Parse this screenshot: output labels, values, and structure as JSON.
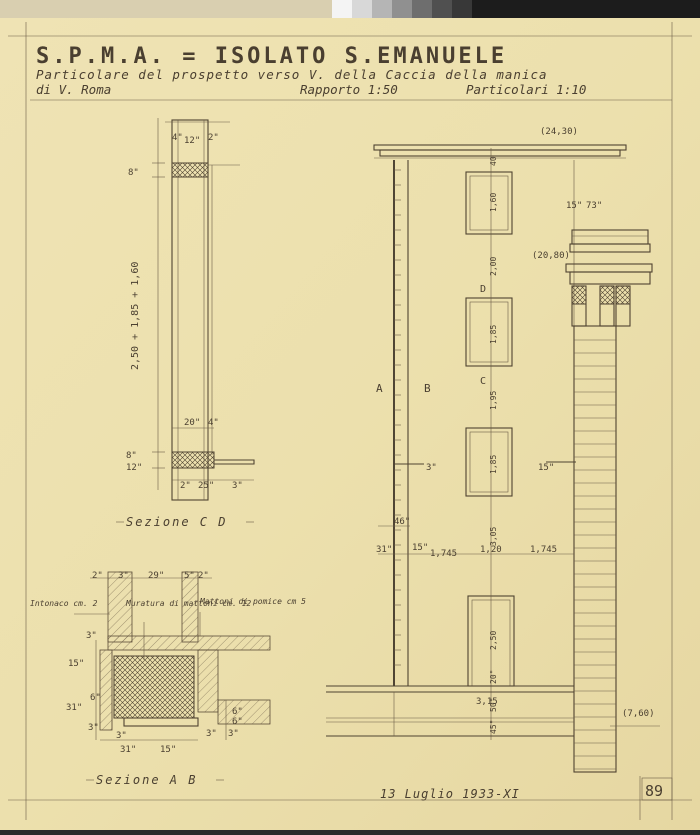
{
  "title": {
    "line1": "S.P.M.A. = ISOLATO S.EMANUELE",
    "line2": "Particolare del prospetto verso V. della Caccia della manica",
    "line3a": "di V. Roma",
    "line3b": "Rapporto 1:50",
    "line3c": "Particolari 1:10"
  },
  "section_cd": {
    "label": "Sezione C D",
    "dims": {
      "top_w": "12\"",
      "top_l": "4\"",
      "top_r": "2\"",
      "h_top": "8\"",
      "h_main": "2,50 + 1,85 + 1,60",
      "w_mid": "20\"",
      "w_mid_r": "4\"",
      "h_b1": "8\"",
      "h_b2": "12\"",
      "bot_l": "2\"",
      "bot_m": "25\"",
      "bot_r": "3\""
    }
  },
  "section_ab": {
    "label": "Sezione A B",
    "notes": {
      "intonaco": "Intonaco cm. 2",
      "muratura": "Muratura di mattoni cm. 12",
      "mattoni_pomice": "Mattoni di pomice cm 5"
    },
    "dims": {
      "t1": "2\"",
      "t2": "3\"",
      "t3": "29\"",
      "t4": "5\"",
      "t5": "2\"",
      "l1": "3\"",
      "l2": "15\"",
      "l3": "6\"",
      "l4": "31\"",
      "l5": "3\"",
      "r1": "6\"",
      "r2": "6\"",
      "b1": "3\"",
      "b2": "31\"",
      "b3": "15\"",
      "b4": "3\"",
      "b5": "3\""
    }
  },
  "elevation": {
    "level_top": "(24,30)",
    "level_mid": "(20,80)",
    "level_bot": "(7,60)",
    "label_a": "A",
    "label_b": "B",
    "label_c": "C",
    "label_d": "D",
    "v_dims": [
      "40",
      "1,60",
      "2,00",
      "1,85",
      "1,95",
      "1,85",
      "3,05",
      "2,50",
      "20\"",
      "50\"",
      "45\""
    ],
    "h_dims": {
      "a": "31\"",
      "b": "15\"",
      "c": "1,745",
      "d": "1,20",
      "e": "1,745",
      "f": "46\"",
      "g": "3,15",
      "cor1": "15\"",
      "cor2": "73\"",
      "sill_a": "3\"",
      "sill_b": "15\""
    }
  },
  "date": "13 Luglio 1933-XI",
  "sheet_no": "89"
}
